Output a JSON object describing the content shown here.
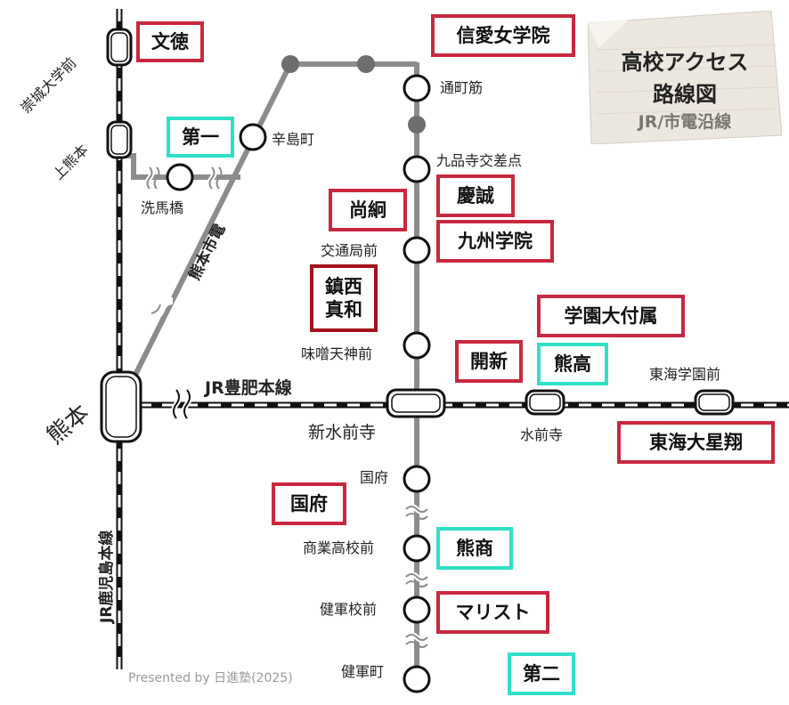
{
  "legend": {
    "title_line1": "高校アクセス",
    "title_line2": "路線図",
    "subtitle": "JR/市電沿線"
  },
  "lines": {
    "jr_hohi": "JR豊肥本線",
    "jr_kagoshima": "JR鹿児島本線",
    "tram": "熊本市電"
  },
  "stations": {
    "sojo": "崇城大学前",
    "kamikumamoto": "上熊本",
    "kumamoto": "熊本",
    "araibashi": "洗馬橋",
    "karashimacho": "辛島町",
    "torichosuji": "通町筋",
    "kuhonji": "九品寺交差点",
    "kotsukyoku": "交通局前",
    "misotenjin": "味噌天神前",
    "shinsuizenji": "新水前寺",
    "suizenji": "水前寺",
    "tokai_gakuen": "東海学園前",
    "kokufu": "国府",
    "shogyo": "商業高校前",
    "kengunkou": "健軍校前",
    "kengun": "健軍町"
  },
  "schools": {
    "buntoku": "文徳",
    "daiichi": "第一",
    "shinai": "信愛女学院",
    "keisei": "慶誠",
    "shoukei": "尚絅",
    "kyushu_gakuin": "九州学院",
    "chinzei": "鎮西真和",
    "gakuen_fuzoku": "学園大付属",
    "kaishin": "開新",
    "kumataka": "熊高",
    "tokai_seisho": "東海大星翔",
    "kokufu": "国府",
    "kumasho": "熊商",
    "marist": "マリスト",
    "daini": "第二"
  },
  "credit": "Presented by 日進塾(2025)",
  "colors": {
    "school_border": "#c8283f",
    "school_border_teal": "#2fe0c8",
    "school_border_dark": "#a3101e",
    "tram_line": "#8c8c8c",
    "jr_line": "#111111"
  }
}
